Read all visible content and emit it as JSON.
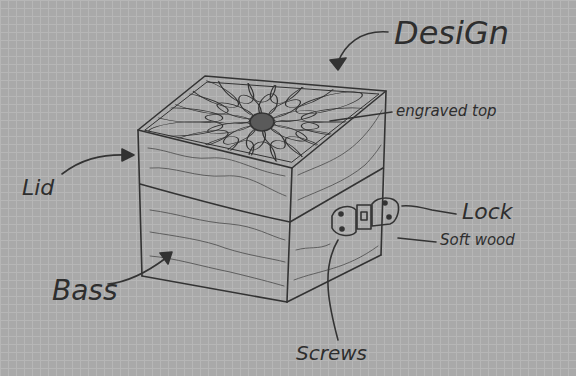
{
  "diagram": {
    "labels": [
      "DesiGn",
      "engraved top",
      "Lid",
      "Lock",
      "Soft wood",
      "Bass",
      "Screws"
    ]
  }
}
